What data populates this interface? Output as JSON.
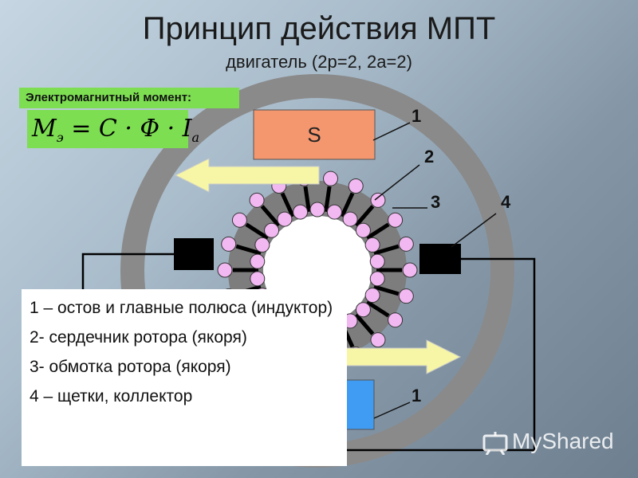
{
  "title": "Принцип действия МПТ",
  "subtitle": "двигатель (2р=2, 2а=2)",
  "formula_label": "Электромагнитный момент:",
  "formula": {
    "lhs_symbol": "M",
    "lhs_subscript": "э",
    "rhs_text": " = C · Φ · I",
    "rhs_subscript": "a"
  },
  "pole_top_label": "S",
  "numbers": {
    "n1_top": "1",
    "n2": "2",
    "n3": "3",
    "n4": "4",
    "n1_bottom": "1"
  },
  "legend": {
    "items": [
      "1 – остов и главные полюса (индуктор)",
      "2- сердечник ротора (якоря)",
      "3- обмотка ротора (якоря)",
      "4 – щетки, коллектор"
    ]
  },
  "watermark": "MyShared",
  "colors": {
    "frame": "#8a8a8a",
    "pole_top": "#f4966e",
    "pole_bottom": "#3f9cf2",
    "rotor_core": "#7d7d7d",
    "conductor": "#f1b8f1",
    "arrow": "#f6f6a6",
    "brush": "#000000",
    "formula_bg": "#7dde52"
  },
  "icons": {
    "arrow_left": "arrow-left-icon",
    "arrow_right": "arrow-right-icon",
    "watermark_logo": "presentation-logo-icon"
  }
}
